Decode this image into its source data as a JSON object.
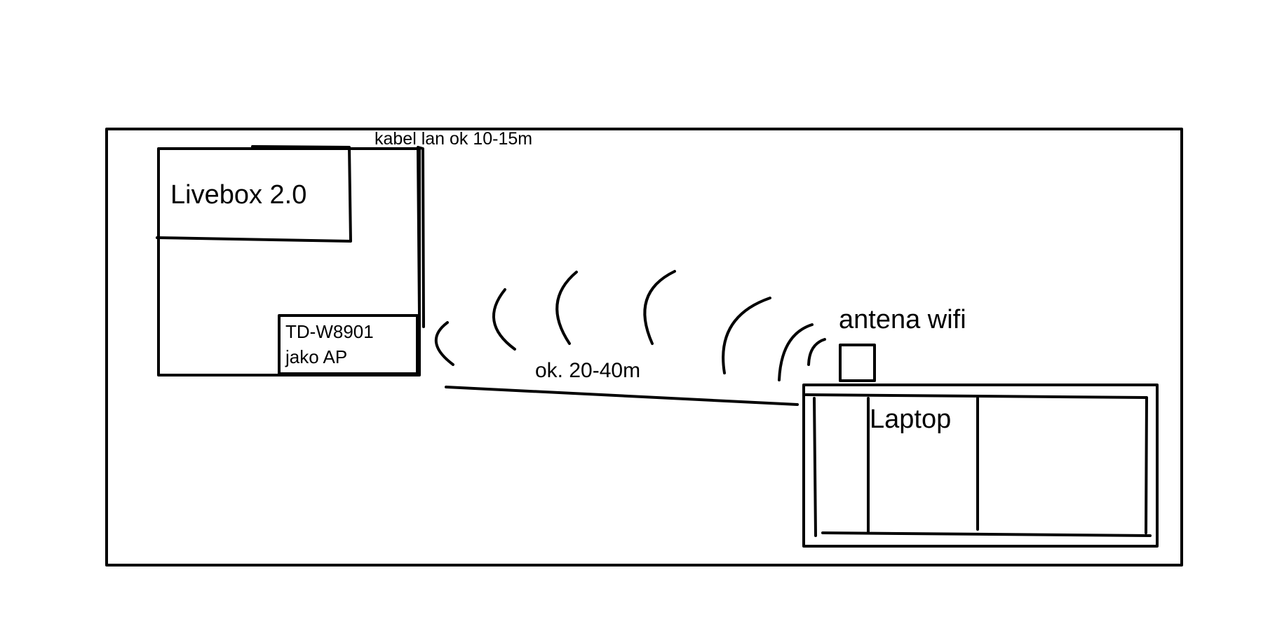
{
  "labels": {
    "livebox": "Livebox 2.0",
    "cable": "kabel lan ok 10-15m",
    "ap_model": "TD-W8901",
    "ap_mode": "jako AP",
    "distance": "ok. 20-40m",
    "antenna": "antena wifi",
    "laptop": "Laptop"
  },
  "colors": {
    "ink": "#000000",
    "paper": "#ffffff"
  }
}
